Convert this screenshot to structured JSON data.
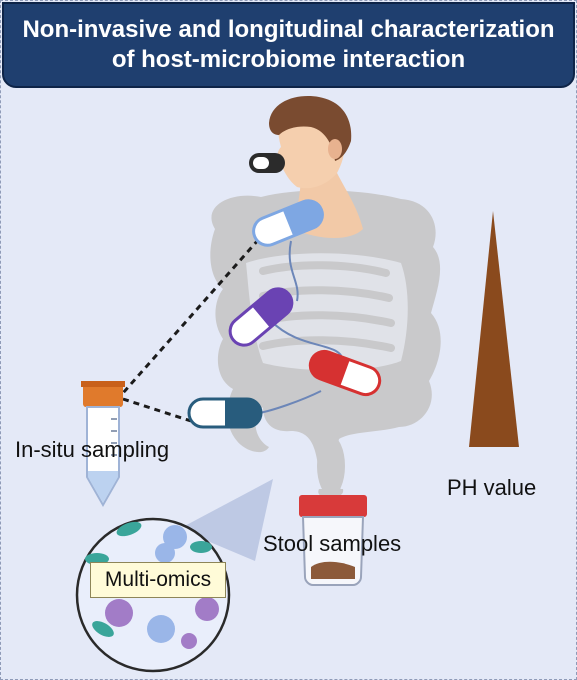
{
  "title": {
    "line1": "Non-invasive and longitudinal characterization",
    "line2": "of host-microbiome interaction"
  },
  "labels": {
    "in_situ_sampling": "In-situ sampling",
    "stool_samples": "Stool samples",
    "ph_value": "PH value",
    "multi_omics": "Multi-omics"
  },
  "colors": {
    "banner": "#1f3f6f",
    "background": "#e4e9f7",
    "capsule_blue": "#7ea7e3",
    "capsule_purple": "#6a43b3",
    "capsule_red": "#d63131",
    "capsule_teal": "#285c7d",
    "tube_cap": "#e07a2c",
    "jar_lid": "#d83a3a",
    "ph_triangle": "#8a4a1d",
    "intestine": "#c9c9cb"
  },
  "icons": [
    "human-head-icon",
    "breath-mask-icon",
    "intestine-icon",
    "capsule-icon",
    "sample-tube-icon",
    "stool-jar-icon",
    "ph-gradient-triangle",
    "microbe-icon"
  ]
}
